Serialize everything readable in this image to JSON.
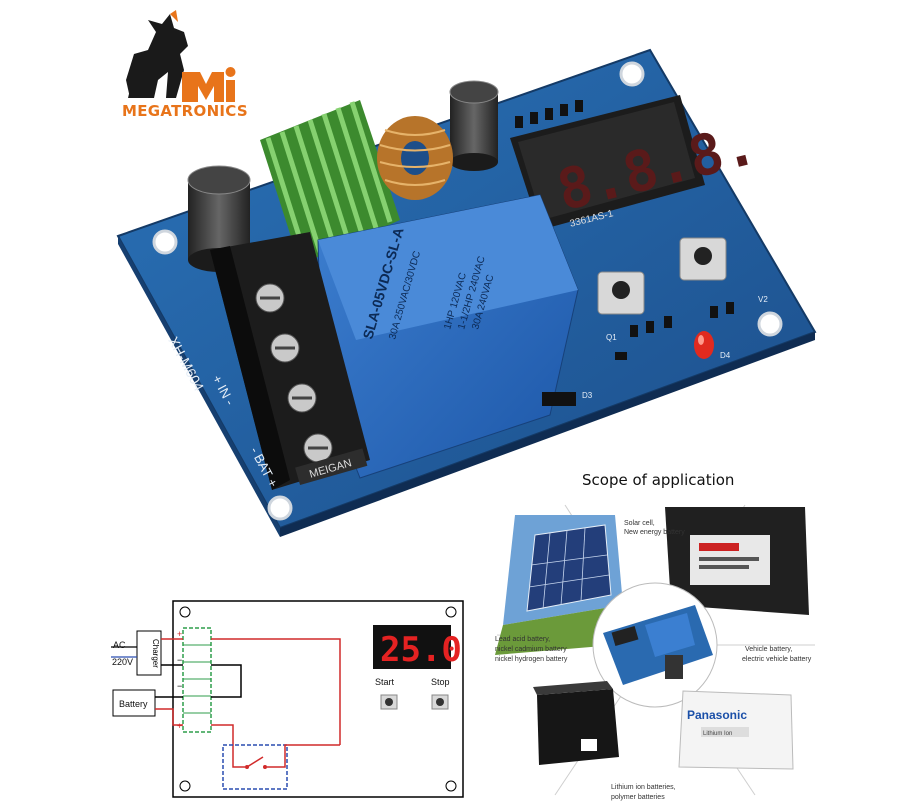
{
  "logo": {
    "brand": "MEGATRONICS",
    "monogram": "Mi"
  },
  "board": {
    "display_digits": "8.8.8.",
    "display_part": "3361AS-1",
    "model_silk": "XH-M604",
    "relay_model": "SLA-05VDC-SL-A",
    "relay_rating_1": "30A 250VAC/30VDC",
    "relay_rating_2": "1HP 120VAC",
    "relay_rating_3": "1-1/2HP 240VAC",
    "relay_rating_4": "30A 240VAC",
    "terminal_brand": "MEIGAN",
    "terminal_label_in": "+ IN -",
    "terminal_label_bat": "- BAT +",
    "silk_d3": "D3",
    "silk_d4": "D4",
    "silk_v2": "V2",
    "silk_q1": "Q1"
  },
  "diagram": {
    "ac_label": "AC",
    "voltage_label": "220V",
    "charger_label": "Charger",
    "battery_label": "Battery",
    "display_value": "25.0",
    "start_label": "Start",
    "stop_label": "Stop"
  },
  "scope": {
    "title": "Scope of application",
    "solar_line1": "Solar cell,",
    "solar_line2": "New energy battery",
    "lead_line1": "Lead acid battery,",
    "lead_line2": "nickel cadmium battery",
    "lead_line3": "nickel hydrogen battery",
    "vehicle_line1": "Vehicle battery,",
    "vehicle_line2": "electric vehicle battery",
    "lithium_line1": "Lithium ion batteries,",
    "lithium_line2": "polymer batteries",
    "panasonic_brand": "Panasonic",
    "panasonic_sub": "Lithium Ion"
  }
}
